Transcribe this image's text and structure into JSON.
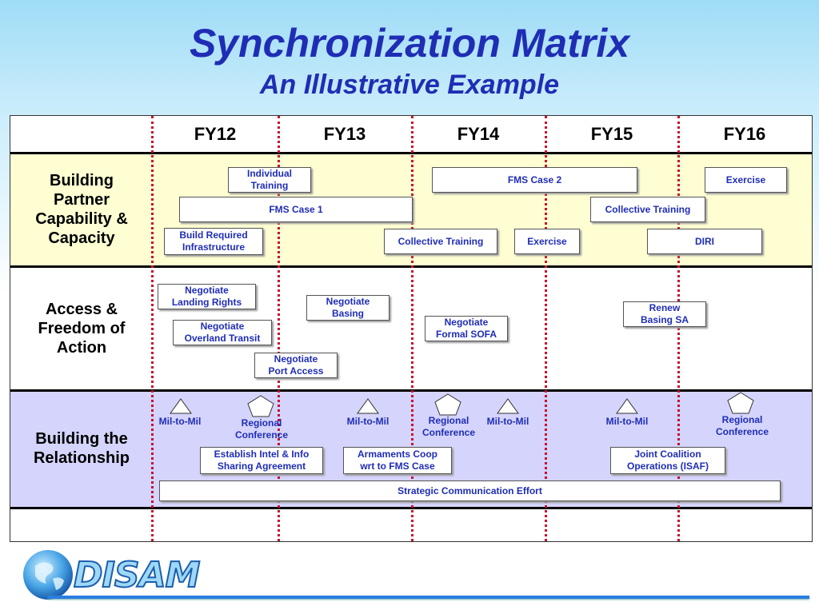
{
  "title": "Synchronization Matrix",
  "subtitle": "An Illustrative Example",
  "columns": [
    "FY12",
    "FY13",
    "FY14",
    "FY15",
    "FY16"
  ],
  "rows": {
    "bpc": "Building\nPartner\nCapability &\nCapacity",
    "afa": "Access &\nFreedom of\nAction",
    "btr": "Building the\nRelationship"
  },
  "bpc_items": {
    "individual_training": "Individual\nTraining",
    "fms_case_1": "FMS Case 1",
    "build_infra": "Build Required\nInfrastructure",
    "fms_case_2": "FMS Case 2",
    "collective_training_1": "Collective Training",
    "exercise_1": "Exercise",
    "collective_training_2": "Collective Training",
    "exercise_2": "Exercise",
    "diri": "DIRI"
  },
  "afa_items": {
    "landing_rights": "Negotiate\nLanding Rights",
    "overland_transit": "Negotiate\nOverland Transit",
    "port_access": "Negotiate\nPort Access",
    "basing": "Negotiate\nBasing",
    "formal_sofa": "Negotiate\nFormal SOFA",
    "renew_basing": "Renew\nBasing SA"
  },
  "btr_items": {
    "mil1": "Mil-to-Mil",
    "regconf1": "Regional\nConference",
    "mil2": "Mil-to-Mil",
    "regconf2": "Regional\nConference",
    "mil3": "Mil-to-Mil",
    "mil4": "Mil-to-Mil",
    "regconf3": "Regional\nConference",
    "intel_sharing": "Establish Intel & Info\nSharing Agreement",
    "armaments": "Armaments Coop\nwrt to FMS Case",
    "joint_coalition": "Joint Coalition\nOperations (ISAF)",
    "strategic_comm": "Strategic Communication Effort"
  },
  "logo_text": "DISAM",
  "colors": {
    "title": "#1f2db5",
    "divider": "#c8102e",
    "bpc_band": "#fefed2",
    "btr_band": "#d4d4fc"
  }
}
